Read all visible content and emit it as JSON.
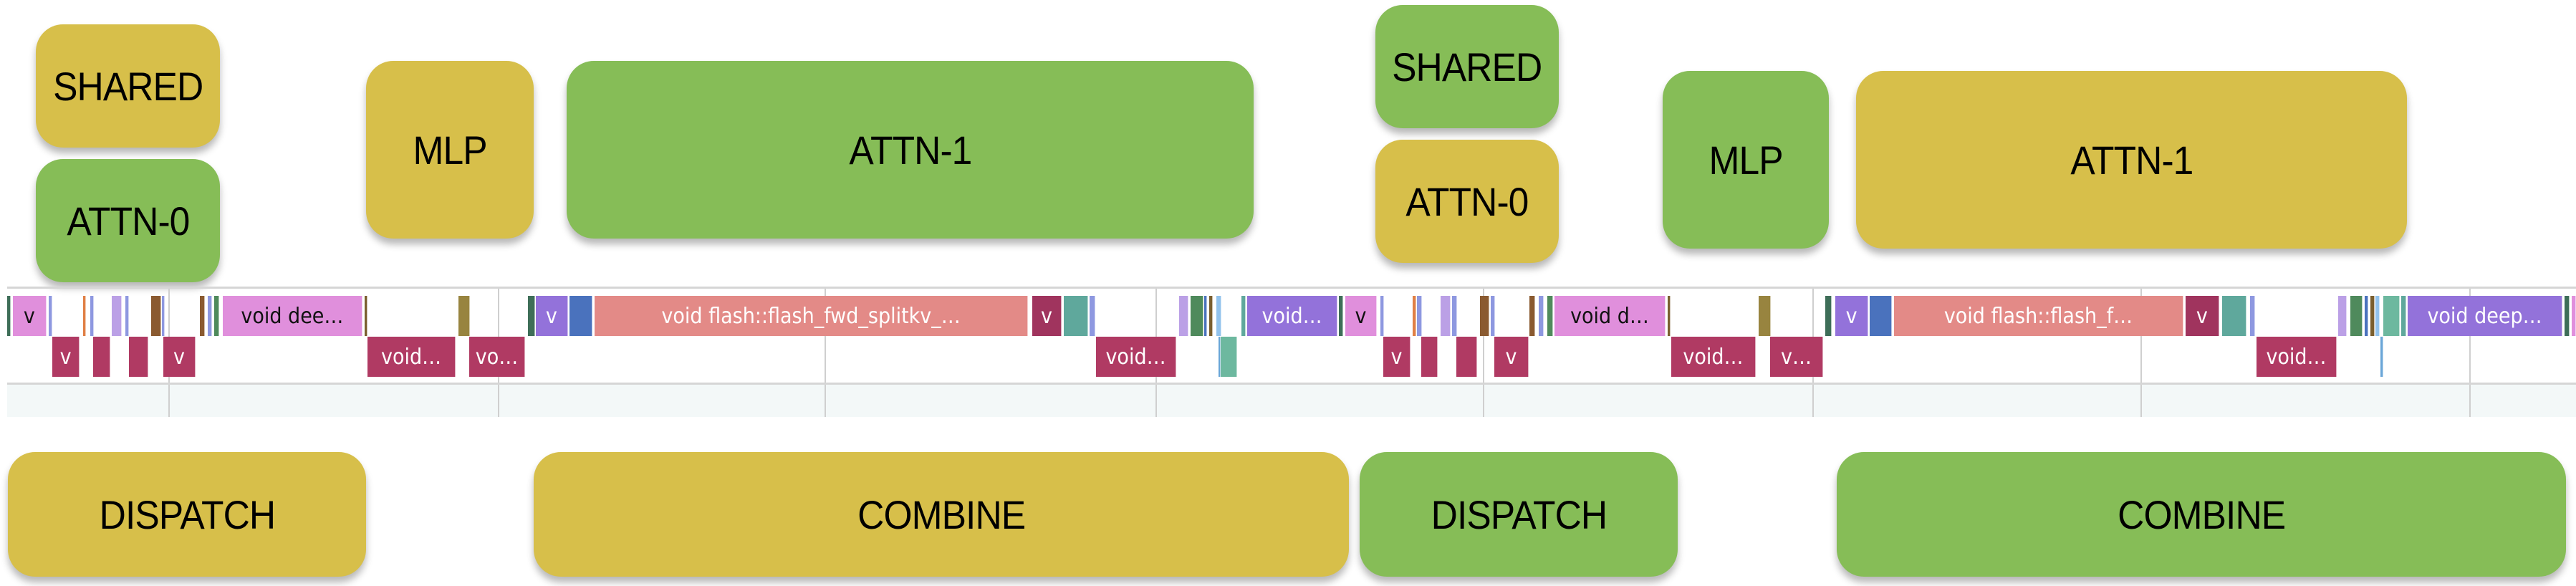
{
  "colors": {
    "yellow": "#d7bf4a",
    "green": "#86bd57"
  },
  "top_blocks": [
    {
      "id": "shared-1",
      "label": "SHARED",
      "color": "yellow"
    },
    {
      "id": "attn0-1",
      "label": "ATTN-0",
      "color": "green"
    },
    {
      "id": "mlp-1",
      "label": "MLP",
      "color": "yellow"
    },
    {
      "id": "attn1-1",
      "label": "ATTN-1",
      "color": "green"
    },
    {
      "id": "shared-2",
      "label": "SHARED",
      "color": "green"
    },
    {
      "id": "attn0-2",
      "label": "ATTN-0",
      "color": "yellow"
    },
    {
      "id": "mlp-2",
      "label": "MLP",
      "color": "green"
    },
    {
      "id": "attn1-2",
      "label": "ATTN-1",
      "color": "yellow"
    }
  ],
  "bottom_blocks": [
    {
      "id": "dispatch-1",
      "label": "DISPATCH",
      "color": "yellow"
    },
    {
      "id": "combine-1",
      "label": "COMBINE",
      "color": "yellow"
    },
    {
      "id": "dispatch-2",
      "label": "DISPATCH",
      "color": "green"
    },
    {
      "id": "combine-2",
      "label": "COMBINE",
      "color": "green"
    }
  ],
  "trace": {
    "timeline_units": "percent of visible window",
    "grid_ticks": [
      6.27,
      19.1,
      31.82,
      44.7,
      57.45,
      70.27,
      83.05,
      95.85
    ],
    "slice_colors": {
      "darkgreen": "#3e6e58",
      "pink": "#e08fdc",
      "blue": "#8e98e0",
      "orange": "#e07f45",
      "lavender": "#bba0e6",
      "brown": "#8a5a30",
      "green": "#4f8a5c",
      "olive": "#98843f",
      "olivebrown": "#7a5e2e",
      "purple": "#9372da",
      "royal": "#4a72bd",
      "salmon": "#e38a87",
      "maroon": "#a0345e",
      "teal": "#5fa89c",
      "lightblue": "#92c2ec",
      "seafoam": "#6db89f",
      "crimson": "#b03a63",
      "skyblue": "#6aa6d8"
    },
    "row1": [
      {
        "start": 0.0,
        "end": 0.14,
        "color": "darkgreen",
        "label": ""
      },
      {
        "start": 0.22,
        "end": 1.53,
        "color": "pink",
        "label": "v"
      },
      {
        "start": 1.62,
        "end": 1.76,
        "color": "blue",
        "label": ""
      },
      {
        "start": 2.96,
        "end": 3.07,
        "color": "orange",
        "label": ""
      },
      {
        "start": 3.23,
        "end": 3.37,
        "color": "blue",
        "label": ""
      },
      {
        "start": 4.07,
        "end": 4.46,
        "color": "lavender",
        "label": ""
      },
      {
        "start": 4.6,
        "end": 4.74,
        "color": "blue",
        "label": ""
      },
      {
        "start": 5.61,
        "end": 6.0,
        "color": "brown",
        "label": ""
      },
      {
        "start": 6.02,
        "end": 6.14,
        "color": "blue",
        "label": ""
      },
      {
        "start": 7.5,
        "end": 7.7,
        "color": "brown",
        "label": ""
      },
      {
        "start": 7.81,
        "end": 7.98,
        "color": "blue",
        "label": ""
      },
      {
        "start": 8.06,
        "end": 8.25,
        "color": "green",
        "label": ""
      },
      {
        "start": 8.39,
        "end": 13.83,
        "color": "pink",
        "label": "void dee…"
      },
      {
        "start": 13.92,
        "end": 14.03,
        "color": "olivebrown",
        "label": ""
      },
      {
        "start": 17.57,
        "end": 18.01,
        "color": "olive",
        "label": ""
      },
      {
        "start": 20.27,
        "end": 20.55,
        "color": "darkgreen",
        "label": ""
      },
      {
        "start": 20.58,
        "end": 21.83,
        "color": "purple",
        "label": "v"
      },
      {
        "start": 21.89,
        "end": 22.78,
        "color": "royal",
        "label": ""
      },
      {
        "start": 22.87,
        "end": 39.74,
        "color": "salmon",
        "label": "void flash::flash_fwd_splitkv_…"
      },
      {
        "start": 39.9,
        "end": 41.05,
        "color": "maroon",
        "label": "v"
      },
      {
        "start": 41.13,
        "end": 42.08,
        "color": "teal",
        "label": ""
      },
      {
        "start": 42.14,
        "end": 42.36,
        "color": "blue",
        "label": ""
      },
      {
        "start": 45.62,
        "end": 45.98,
        "color": "lavender",
        "label": ""
      },
      {
        "start": 46.07,
        "end": 46.57,
        "color": "green",
        "label": ""
      },
      {
        "start": 46.6,
        "end": 46.71,
        "color": "royal",
        "label": ""
      },
      {
        "start": 46.79,
        "end": 46.93,
        "color": "olivebrown",
        "label": ""
      },
      {
        "start": 47.07,
        "end": 47.27,
        "color": "lightblue",
        "label": ""
      },
      {
        "start": 48.05,
        "end": 48.21,
        "color": "teal",
        "label": ""
      },
      {
        "start": 48.27,
        "end": 51.79,
        "color": "purple",
        "label": "void…"
      },
      {
        "start": 51.84,
        "end": 52.01,
        "color": "darkgreen",
        "label": ""
      },
      {
        "start": 52.09,
        "end": 53.32,
        "color": "pink",
        "label": "v"
      },
      {
        "start": 53.46,
        "end": 53.6,
        "color": "blue",
        "label": ""
      },
      {
        "start": 54.71,
        "end": 54.85,
        "color": "orange",
        "label": ""
      },
      {
        "start": 54.88,
        "end": 55.08,
        "color": "blue",
        "label": ""
      },
      {
        "start": 55.8,
        "end": 56.19,
        "color": "lavender",
        "label": ""
      },
      {
        "start": 56.25,
        "end": 56.44,
        "color": "blue",
        "label": ""
      },
      {
        "start": 57.33,
        "end": 57.7,
        "color": "brown",
        "label": ""
      },
      {
        "start": 57.75,
        "end": 57.92,
        "color": "blue",
        "label": ""
      },
      {
        "start": 59.26,
        "end": 59.48,
        "color": "brown",
        "label": ""
      },
      {
        "start": 59.62,
        "end": 59.82,
        "color": "blue",
        "label": ""
      },
      {
        "start": 59.96,
        "end": 60.18,
        "color": "green",
        "label": ""
      },
      {
        "start": 60.23,
        "end": 64.56,
        "color": "pink",
        "label": "void d…"
      },
      {
        "start": 64.64,
        "end": 64.75,
        "color": "olivebrown",
        "label": ""
      },
      {
        "start": 68.18,
        "end": 68.66,
        "color": "olive",
        "label": ""
      },
      {
        "start": 70.78,
        "end": 71.03,
        "color": "darkgreen",
        "label": ""
      },
      {
        "start": 71.17,
        "end": 72.45,
        "color": "purple",
        "label": "v"
      },
      {
        "start": 72.5,
        "end": 73.37,
        "color": "royal",
        "label": ""
      },
      {
        "start": 73.45,
        "end": 84.72,
        "color": "salmon",
        "label": "void flash::flash_f…"
      },
      {
        "start": 84.8,
        "end": 86.11,
        "color": "maroon",
        "label": "v"
      },
      {
        "start": 86.22,
        "end": 87.17,
        "color": "teal",
        "label": ""
      },
      {
        "start": 87.31,
        "end": 87.51,
        "color": "blue",
        "label": ""
      },
      {
        "start": 90.74,
        "end": 91.08,
        "color": "lavender",
        "label": ""
      },
      {
        "start": 91.22,
        "end": 91.69,
        "color": "green",
        "label": ""
      },
      {
        "start": 91.77,
        "end": 91.91,
        "color": "royal",
        "label": ""
      },
      {
        "start": 92.0,
        "end": 92.16,
        "color": "olivebrown",
        "label": ""
      },
      {
        "start": 92.19,
        "end": 92.36,
        "color": "lightblue",
        "label": ""
      },
      {
        "start": 92.5,
        "end": 93.14,
        "color": "seafoam",
        "label": ""
      },
      {
        "start": 93.2,
        "end": 93.39,
        "color": "teal",
        "label": ""
      },
      {
        "start": 93.45,
        "end": 99.47,
        "color": "purple",
        "label": "void deep…"
      },
      {
        "start": 99.55,
        "end": 99.75,
        "color": "darkgreen",
        "label": ""
      },
      {
        "start": 99.83,
        "end": 100.0,
        "color": "pink",
        "label": ""
      }
    ],
    "row2": [
      {
        "start": 1.76,
        "end": 2.82,
        "color": "crimson",
        "label": "v"
      },
      {
        "start": 3.35,
        "end": 4.02,
        "color": "crimson",
        "label": ""
      },
      {
        "start": 4.74,
        "end": 5.49,
        "color": "crimson",
        "label": ""
      },
      {
        "start": 6.08,
        "end": 7.33,
        "color": "crimson",
        "label": "v"
      },
      {
        "start": 14.03,
        "end": 17.46,
        "color": "crimson",
        "label": "void…"
      },
      {
        "start": 17.99,
        "end": 20.16,
        "color": "crimson",
        "label": "vo…"
      },
      {
        "start": 42.39,
        "end": 45.51,
        "color": "crimson",
        "label": "void…"
      },
      {
        "start": 47.16,
        "end": 47.25,
        "color": "skyblue",
        "label": ""
      },
      {
        "start": 47.25,
        "end": 47.88,
        "color": "seafoam",
        "label": ""
      },
      {
        "start": 53.57,
        "end": 54.63,
        "color": "crimson",
        "label": "v"
      },
      {
        "start": 55.05,
        "end": 55.69,
        "color": "crimson",
        "label": ""
      },
      {
        "start": 56.41,
        "end": 57.22,
        "color": "crimson",
        "label": ""
      },
      {
        "start": 57.89,
        "end": 59.23,
        "color": "crimson",
        "label": "v"
      },
      {
        "start": 64.78,
        "end": 68.07,
        "color": "crimson",
        "label": "void…"
      },
      {
        "start": 68.63,
        "end": 70.69,
        "color": "crimson",
        "label": "v…"
      },
      {
        "start": 87.56,
        "end": 90.69,
        "color": "crimson",
        "label": "void…"
      },
      {
        "start": 92.39,
        "end": 92.5,
        "color": "skyblue",
        "label": ""
      }
    ]
  }
}
